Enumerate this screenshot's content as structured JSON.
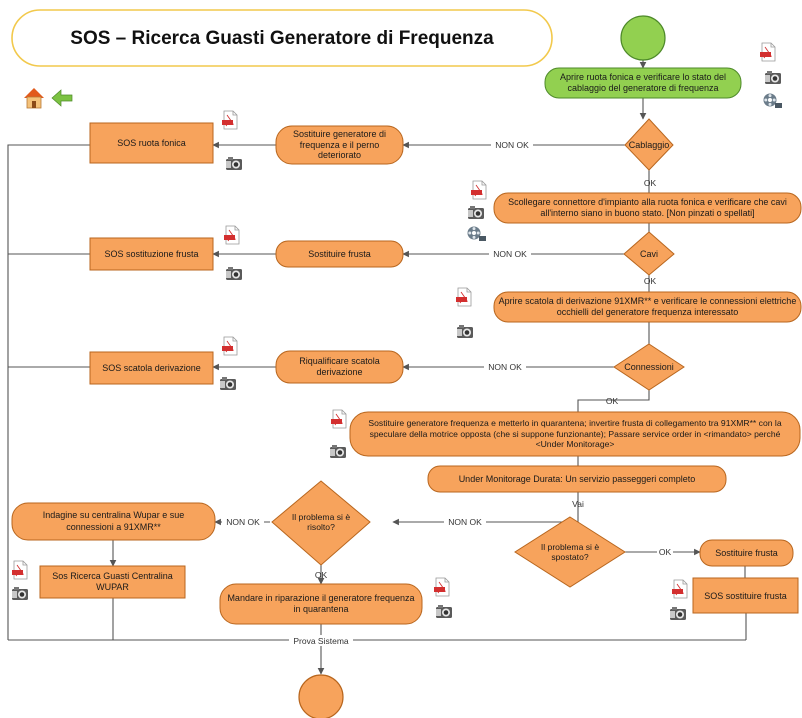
{
  "title": "SOS – Ricerca Guasti Generatore di Frequenza",
  "colors": {
    "orange": "#F7A35C",
    "orange_border": "#B8661E",
    "green": "#92D050",
    "green_border": "#4E8A2A",
    "title_border": "#F2C94C"
  },
  "nav": {
    "home_icon": "home-icon",
    "back_icon": "back-arrow-icon"
  },
  "steps": {
    "open_wheel": "Aprire ruota fonica e verificare lo stato del cablaggio del generatore di frequenza",
    "disconnect": "Scollegare connettore d'impianto alla ruota fonica e verificare che cavi all'interno siano in buono stato. [Non pinzati o spellati]",
    "open_box": "Aprire scatola di derivazione 91XMR** e verificare le connessioni elettriche occhielli del generatore frequenza interessato",
    "replace_gen": "Sostituire generatore frequenza e metterlo in quarantena; invertire frusta di collegamento tra 91XMR** con la speculare della motrice opposta (che si suppone funzionante); Passare service order in <rimandato> perché <Under Monitorage>",
    "monitor": "Under Monitorage Durata: Un servizio passeggeri completo",
    "fix_gen_wheel": "Sostituire generatore di frequenza e il perno deteriorato",
    "fix_whip": "Sostituire frusta",
    "fix_box": "Riqualificare scatola derivazione",
    "send_repair": "Mandare in riparazione il generatore frequenza in quarantena",
    "investigate": "Indagine su centralina Wupar e sue connessioni a 91XMR**",
    "replace_whip_right": "Sostituire frusta"
  },
  "decisions": {
    "cabling": "Cablaggio",
    "cables": "Cavi",
    "connections": "Connessioni",
    "moved": "Il problema si è spostato?",
    "solved": "Il problema si è risolto?"
  },
  "sos": {
    "wheel": "SOS ruota fonica",
    "whip": "SOS sostituzione frusta",
    "box": "SOS scatola derivazione",
    "wupar": "Sos Ricerca Guasti Centralina WUPAR",
    "whip_right": "SOS sostituire frusta"
  },
  "edge_labels": {
    "non_ok": "NON OK",
    "ok": "OK",
    "vai": "Vai",
    "prova": "Prova Sistema"
  },
  "icons": {
    "pdf": "pdf-document-icon",
    "camera": "camera-icon",
    "video": "film-reel-icon"
  }
}
